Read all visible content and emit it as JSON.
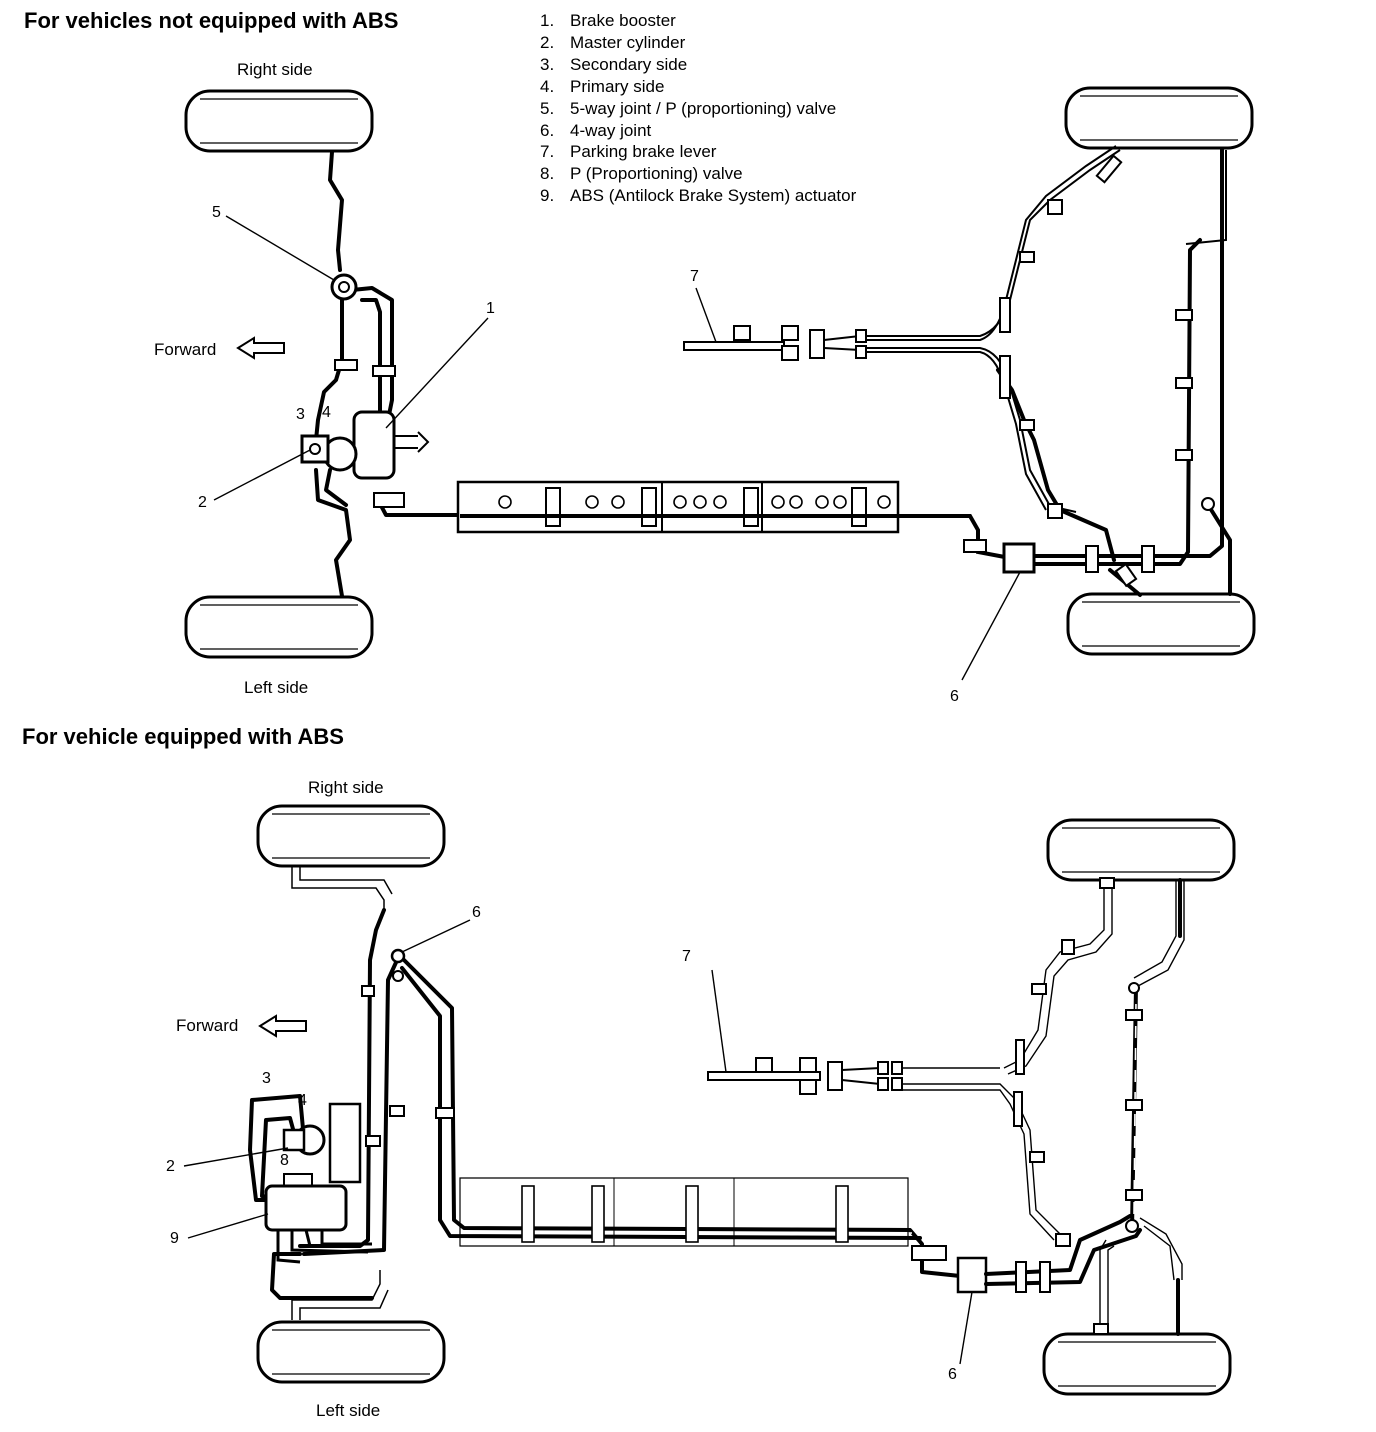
{
  "sections": {
    "non_abs": {
      "title": "For vehicles not equipped with ABS",
      "right_side": "Right side",
      "left_side": "Left side",
      "forward": "Forward",
      "callouts": {
        "c1": "1",
        "c2": "2",
        "c3": "3",
        "c4": "4",
        "c5": "5",
        "c6": "6",
        "c7": "7"
      }
    },
    "abs": {
      "title": "For vehicle equipped with ABS",
      "right_side": "Right side",
      "left_side": "Left side",
      "forward": "Forward",
      "callouts": {
        "c2": "2",
        "c3": "3",
        "c4": "4",
        "c6a": "6",
        "c6b": "6",
        "c7": "7",
        "c8": "8",
        "c9": "9"
      }
    }
  },
  "legend": [
    {
      "num": "1.",
      "text": "Brake booster"
    },
    {
      "num": "2.",
      "text": "Master cylinder"
    },
    {
      "num": "3.",
      "text": "Secondary side"
    },
    {
      "num": "4.",
      "text": "Primary side"
    },
    {
      "num": "5.",
      "text": "5-way joint / P (proportioning) valve"
    },
    {
      "num": "6.",
      "text": "4-way joint"
    },
    {
      "num": "7.",
      "text": "Parking brake lever"
    },
    {
      "num": "8.",
      "text": "P (Proportioning) valve"
    },
    {
      "num": "9.",
      "text": "ABS (Antilock Brake System) actuator"
    }
  ]
}
